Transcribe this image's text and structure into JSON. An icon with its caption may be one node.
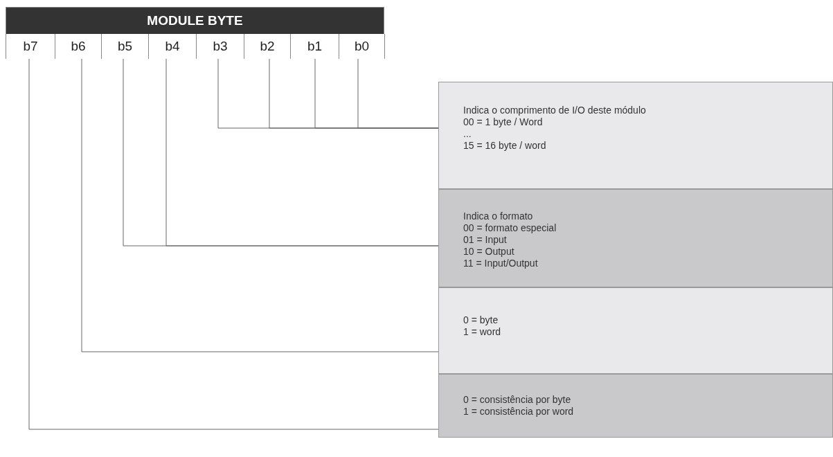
{
  "diagram": {
    "nodes": [
      {
        "text": [
          "MODULE BYTE"
        ]
      },
      {
        "text": [
          "b7"
        ],
        "in": 0
      },
      {
        "text": [
          "b6"
        ],
        "in": 0
      },
      {
        "text": [
          "b5"
        ],
        "in": 0
      },
      {
        "text": [
          "b4"
        ],
        "in": 0
      },
      {
        "text": [
          "b3"
        ],
        "in": 0
      },
      {
        "text": [
          "b2"
        ],
        "in": 0
      },
      {
        "text": [
          "b1"
        ],
        "in": 0
      },
      {
        "text": [
          "b0"
        ],
        "in": 0
      },
      {
        "text": [
          "Indica o comprimento de I/O deste módulo",
          "00 = 1 byte / Word",
          "...",
          "15 = 16 byte / word"
        ]
      },
      {
        "text": [
          "Indica o formato",
          "00 = formato especial",
          "01 = Input",
          "10 = Output",
          "11 = Input/Output"
        ]
      },
      {
        "text": [
          "0 = byte",
          "1 = word"
        ]
      },
      {
        "text": [
          "0 = consistência por byte",
          "1 = consistência por word"
        ]
      }
    ],
    "edges": [
      {
        "from": 5,
        "to": 9,
        "arrow": "none"
      },
      {
        "from": 6,
        "to": 9,
        "arrow": "none"
      },
      {
        "from": 7,
        "to": 9,
        "arrow": "none"
      },
      {
        "from": 8,
        "to": 9,
        "arrow": "none"
      },
      {
        "from": 3,
        "to": 10,
        "arrow": "none"
      },
      {
        "from": 4,
        "to": 10,
        "arrow": "none"
      },
      {
        "from": 2,
        "to": 11,
        "arrow": "none"
      },
      {
        "from": 1,
        "to": 12,
        "arrow": "none"
      }
    ]
  }
}
